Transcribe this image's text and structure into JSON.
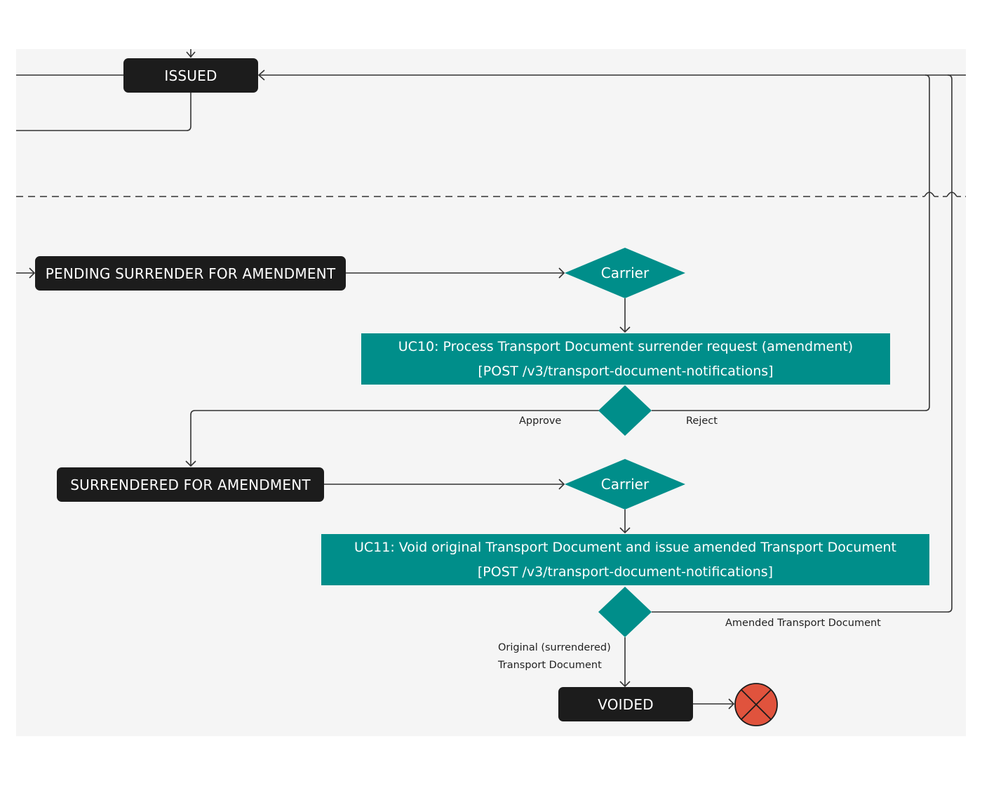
{
  "states": {
    "issued": "ISSUED",
    "pending_surrender_for_amendment": "PENDING SURRENDER FOR AMENDMENT",
    "surrendered_for_amendment": "SURRENDERED FOR AMENDMENT",
    "voided": "VOIDED"
  },
  "decisions": {
    "carrier_1": "Carrier",
    "carrier_2": "Carrier"
  },
  "use_cases": {
    "uc10": {
      "line1": "UC10: Process Transport Document surrender request (amendment)",
      "line2": "[POST /v3/transport-document-notifications]"
    },
    "uc11": {
      "line1": "UC11: Void original Transport Document and issue amended Transport Document",
      "line2": "[POST /v3/transport-document-notifications]"
    }
  },
  "edge_labels": {
    "approve": "Approve",
    "reject": "Reject",
    "amended": "Amended Transport Document",
    "original_line1": "Original (surrendered)",
    "original_line2": "Transport Document"
  },
  "colors": {
    "background": "#f5f5f5",
    "state": "#1c1c1c",
    "use_case": "#008e8a",
    "end_node": "#e0533d",
    "line": "#333333"
  }
}
